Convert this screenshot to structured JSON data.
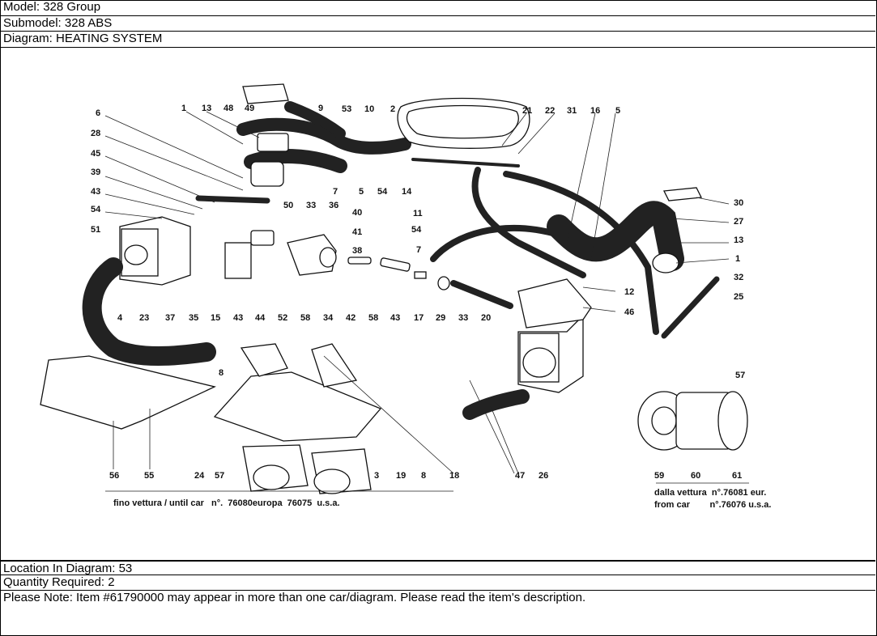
{
  "header": {
    "model": "Model: 328 Group",
    "submodel": "Submodel: 328 ABS",
    "diagram": "Diagram: HEATING SYSTEM"
  },
  "footer": {
    "location": "Location In Diagram: 53",
    "quantity": "Quantity Required: 2",
    "note": "Please Note: Item #61790000 may appear in more than one car/diagram. Please read the item's description."
  },
  "diagram": {
    "callouts_top": [
      "1",
      "13",
      "48",
      "49",
      "9",
      "53",
      "10",
      "2",
      "21",
      "22",
      "31",
      "16",
      "5"
    ],
    "callouts_left": [
      "6",
      "28",
      "45",
      "39",
      "43",
      "54",
      "51"
    ],
    "callouts_mid": [
      "50",
      "33",
      "36",
      "40",
      "41",
      "38",
      "7",
      "5",
      "54",
      "14",
      "11",
      "54",
      "7"
    ],
    "callouts_right": [
      "30",
      "27",
      "13",
      "1",
      "32",
      "25",
      "12",
      "46",
      "57"
    ],
    "callouts_row": [
      "4",
      "23",
      "37",
      "35",
      "15",
      "43",
      "44",
      "52",
      "58",
      "34",
      "42",
      "58",
      "43",
      "17",
      "29",
      "33",
      "20"
    ],
    "callouts_bottom": [
      "8",
      "56",
      "55",
      "24",
      "57",
      "3",
      "19",
      "8",
      "18",
      "47",
      "26",
      "59",
      "60",
      "61"
    ],
    "caption_until": "fino vettura / until car   n°.  76080europa  76075  u.s.a.",
    "caption_from_1": "dalla vettura  n°.76081 eur.",
    "caption_from_2": "from car        n°.76076 u.s.a."
  }
}
